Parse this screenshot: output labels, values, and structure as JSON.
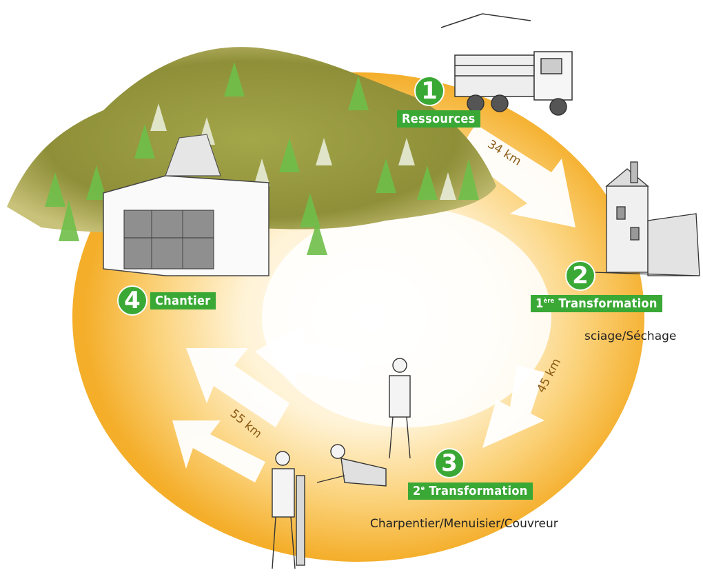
{
  "steps": [
    {
      "number": "1",
      "label": "Ressources"
    },
    {
      "number": "2",
      "label_prefix": "1",
      "label_sup": "ère",
      "label": "Transformation",
      "subtitle": "sciage/Séchage"
    },
    {
      "number": "3",
      "label_prefix": "2",
      "label_sup": "e",
      "label": "Transformation",
      "subtitle": "Charpentier/Menuisier/Couvreur"
    },
    {
      "number": "4",
      "label": "Chantier"
    }
  ],
  "distances": [
    "34 km",
    "45 km",
    "55 km"
  ],
  "colors": {
    "badge": "#3aa835",
    "cycle": "#f7b733",
    "distance_text": "#8a5a14"
  }
}
